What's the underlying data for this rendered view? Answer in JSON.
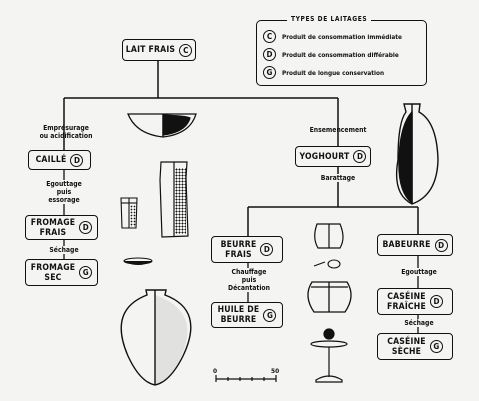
{
  "legend": {
    "title": "TYPES DE LAITAGES",
    "items": [
      {
        "code": "C",
        "text": "Produit de consommation immédiate"
      },
      {
        "code": "D",
        "text": "Produit de consommation différable"
      },
      {
        "code": "G",
        "text": "Produit de longue conservation"
      }
    ]
  },
  "nodes": {
    "lait_frais": {
      "label": "LAIT FRAIS",
      "code": "C"
    },
    "caille": {
      "label": "CAILLÉ",
      "code": "D"
    },
    "fromage_frais": {
      "line1": "FROMAGE",
      "line2": "FRAIS",
      "code": "D"
    },
    "fromage_sec": {
      "line1": "FROMAGE",
      "line2": "SEC",
      "code": "G"
    },
    "yoghourt": {
      "label": "YOGHOURT",
      "code": "D"
    },
    "beurre_frais": {
      "line1": "BEURRE",
      "line2": "FRAIS",
      "code": "D"
    },
    "huile_de_beurre": {
      "line1": "HUILE DE",
      "line2": "BEURRE",
      "code": "G"
    },
    "babeurre": {
      "label": "BABEURRE",
      "code": "D"
    },
    "caseine_fraiche": {
      "line1": "CASÉINE",
      "line2": "FRAÎCHE",
      "code": "D"
    },
    "caseine_seche": {
      "line1": "CASÉINE",
      "line2": "SÈCHE",
      "code": "G"
    }
  },
  "processes": {
    "emprésurage": {
      "line1": "Emprésurage",
      "line2": "ou acidification"
    },
    "egouttage_essorage": {
      "line1": "Egouttage",
      "line2": "puis",
      "line3": "essorage"
    },
    "sechage_left": "Séchage",
    "ensemencement": "Ensemencement",
    "barattage": "Barattage",
    "chauffage_decantation": {
      "line1": "Chauffage",
      "line2": "puis",
      "line3": "Décantation"
    },
    "egouttage_right": "Egouttage",
    "sechage_right": "Séchage"
  },
  "scale": {
    "start": "0",
    "end": "50"
  }
}
